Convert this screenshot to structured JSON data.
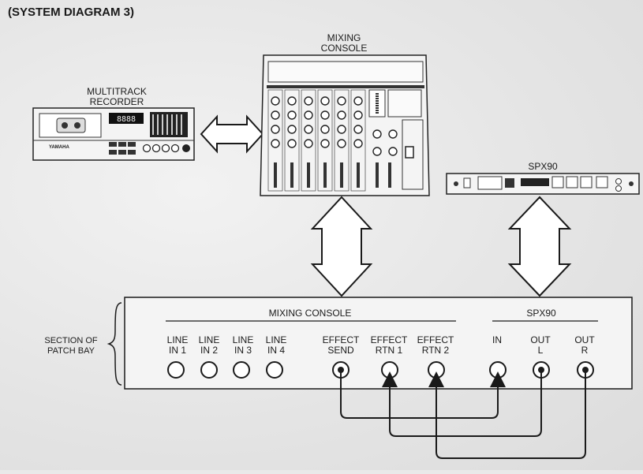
{
  "title": "(SYSTEM DIAGRAM 3)",
  "devices": {
    "recorder": {
      "line1": "MULTITRACK",
      "line2": "RECORDER",
      "display": "8888",
      "brand": "YAMAHA"
    },
    "console": {
      "line1": "MIXING",
      "line2": "CONSOLE"
    },
    "spx": {
      "label": "SPX90"
    }
  },
  "patch_bay": {
    "side_label_1": "SECTION OF",
    "side_label_2": "PATCH BAY",
    "group_console": "MIXING CONSOLE",
    "group_spx": "SPX90",
    "jacks": [
      {
        "l1": "LINE",
        "l2": "IN 1"
      },
      {
        "l1": "LINE",
        "l2": "IN 2"
      },
      {
        "l1": "LINE",
        "l2": "IN 3"
      },
      {
        "l1": "LINE",
        "l2": "IN 4"
      },
      {
        "l1": "EFFECT",
        "l2": "SEND"
      },
      {
        "l1": "EFFECT",
        "l2": "RTN 1"
      },
      {
        "l1": "EFFECT",
        "l2": "RTN 2"
      },
      {
        "l1": "IN",
        "l2": ""
      },
      {
        "l1": "OUT",
        "l2": "L"
      },
      {
        "l1": "OUT",
        "l2": "R"
      }
    ]
  }
}
